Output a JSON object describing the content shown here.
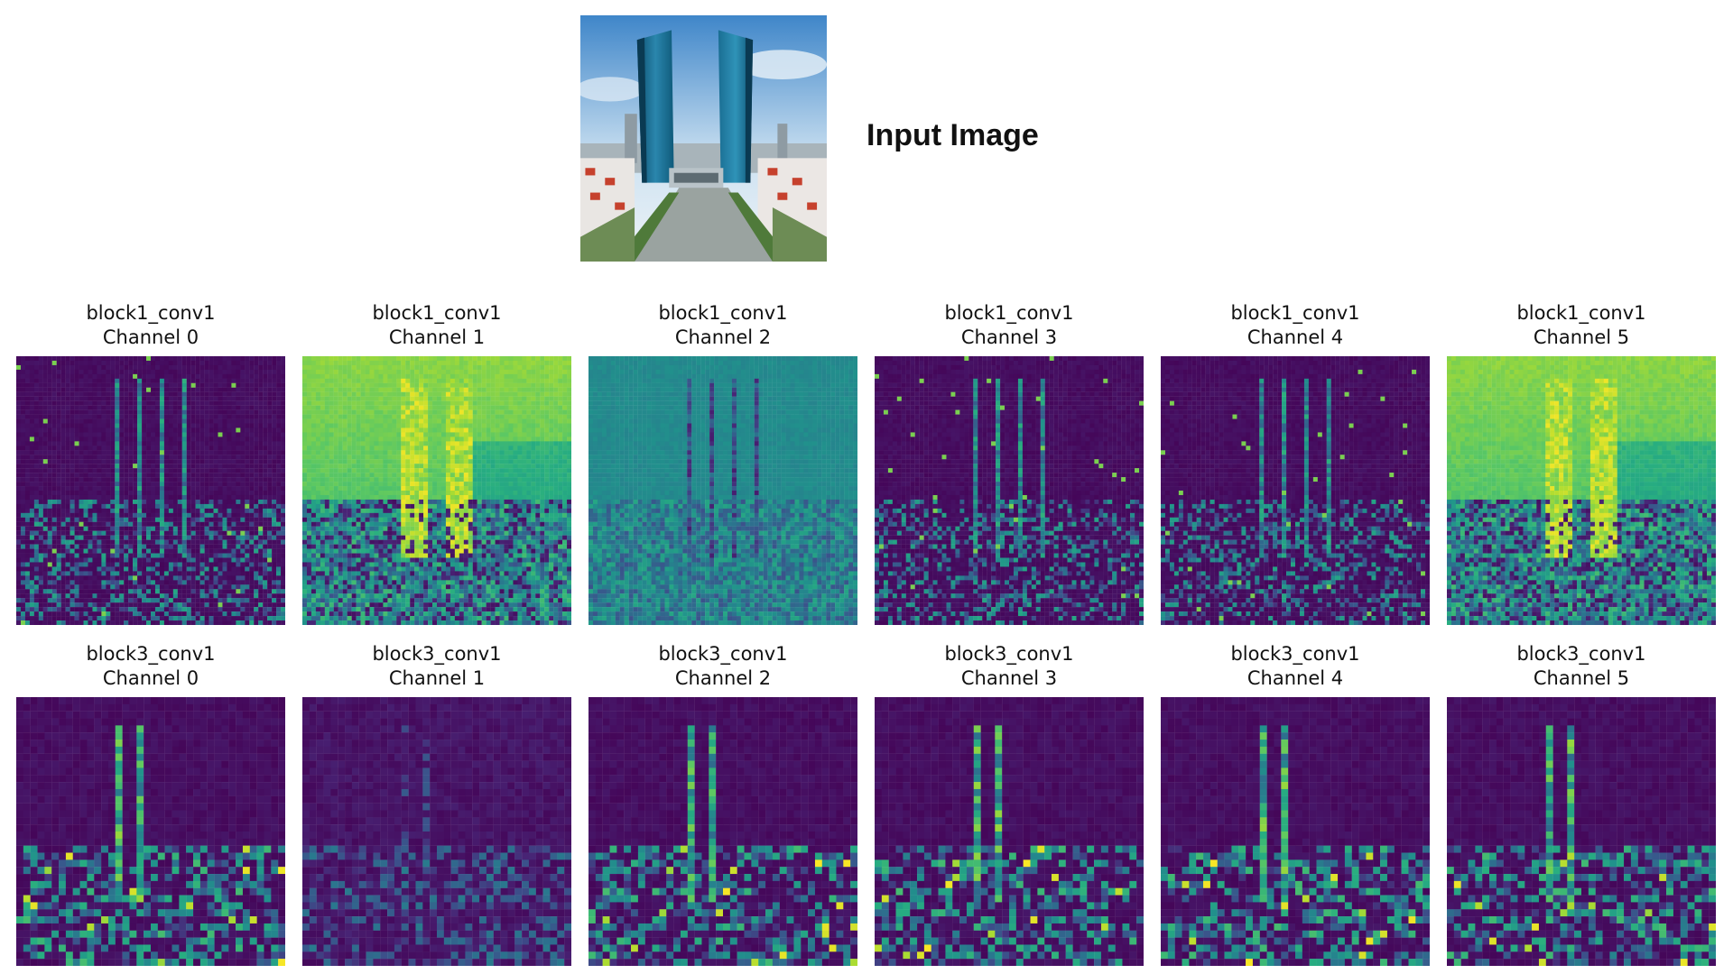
{
  "input": {
    "title": "Input Image"
  },
  "rows": [
    {
      "layer": "block1_conv1",
      "maps": [
        {
          "layer": "block1_conv1",
          "channel": "Channel 0",
          "style": "edges"
        },
        {
          "layer": "block1_conv1",
          "channel": "Channel 1",
          "style": "bright"
        },
        {
          "layer": "block1_conv1",
          "channel": "Channel 2",
          "style": "teal"
        },
        {
          "layer": "block1_conv1",
          "channel": "Channel 3",
          "style": "edges"
        },
        {
          "layer": "block1_conv1",
          "channel": "Channel 4",
          "style": "edges"
        },
        {
          "layer": "block1_conv1",
          "channel": "Channel 5",
          "style": "bright"
        }
      ]
    },
    {
      "layer": "block3_conv1",
      "maps": [
        {
          "layer": "block3_conv1",
          "channel": "Channel 0",
          "style": "coarse"
        },
        {
          "layer": "block3_conv1",
          "channel": "Channel 1",
          "style": "faint"
        },
        {
          "layer": "block3_conv1",
          "channel": "Channel 2",
          "style": "coarse"
        },
        {
          "layer": "block3_conv1",
          "channel": "Channel 3",
          "style": "coarse"
        },
        {
          "layer": "block3_conv1",
          "channel": "Channel 4",
          "style": "coarse"
        },
        {
          "layer": "block3_conv1",
          "channel": "Channel 5",
          "style": "coarse"
        }
      ]
    }
  ],
  "colormap": "viridis",
  "colors": {
    "viridis_low": "#440154",
    "viridis_mid": "#21918c",
    "viridis_high": "#fde725"
  }
}
